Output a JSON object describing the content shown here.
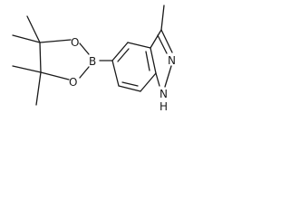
{
  "structure": {
    "atoms": {
      "o_top": "O",
      "o_bottom": "O",
      "b": "B",
      "n2": "N",
      "n1_h": "N",
      "h": "H"
    }
  }
}
